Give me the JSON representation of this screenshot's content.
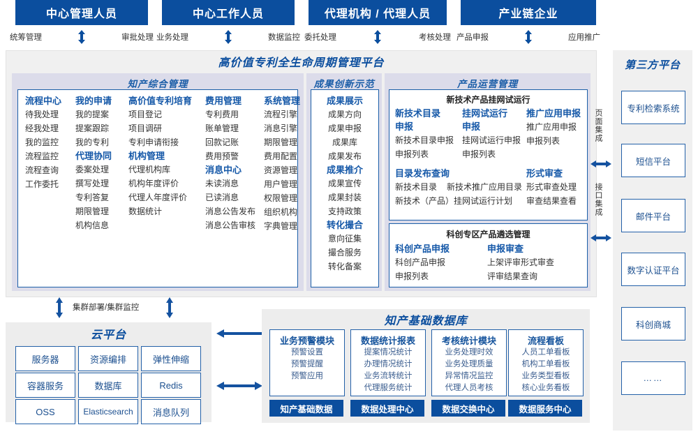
{
  "colors": {
    "header_blue": "#0b4e9e",
    "accent_blue": "#1558a8",
    "panel_gray": "#f0f0f0",
    "group_lavender": "#dcdcea"
  },
  "actors": [
    {
      "title": "中心管理人员",
      "left": "统筹管理",
      "right": "审批处理"
    },
    {
      "title": "中心工作人员",
      "left": "业务处理",
      "right": "数据监控"
    },
    {
      "title": "代理机构 / 代理人员",
      "left": "委托处理",
      "right": "考核处理"
    },
    {
      "title": "产业链企业",
      "left": "产品申报",
      "right": "应用推广"
    }
  ],
  "platform": {
    "title": "高价值专利全生命周期管理平台",
    "groups": [
      {
        "name": "知产综合管理"
      },
      {
        "name": "成果创新示范"
      },
      {
        "name": "产品运营管理"
      }
    ],
    "ip_columns": [
      {
        "heads": [
          {
            "label": "流程中心",
            "items": [
              "待我处理",
              "经我处理",
              "我的监控",
              "流程监控",
              "流程查询",
              "工作委托"
            ]
          }
        ]
      },
      {
        "heads": [
          {
            "label": "我的申请",
            "items": [
              "我的提案",
              "提案跟踪",
              "我的专利"
            ]
          },
          {
            "label": "代理协同",
            "items": [
              "委案处理",
              "撰写处理",
              "专利答复",
              "期限管理",
              "机构信息"
            ]
          }
        ]
      },
      {
        "heads": [
          {
            "label": "高价值专利培育",
            "items": [
              "项目登记",
              "项目调研",
              "专利申请衔接"
            ]
          },
          {
            "label": "机构管理",
            "items": [
              "代理机构库",
              "机构年度评价",
              "代理人年度评价",
              "数据统计"
            ]
          }
        ]
      },
      {
        "heads": [
          {
            "label": "费用管理",
            "items": [
              "专利费用",
              "账单管理",
              "回款记账",
              "费用预警"
            ]
          },
          {
            "label": "消息中心",
            "items": [
              "未读消息",
              "已读消息",
              "消息公告发布",
              "消息公告审核"
            ]
          }
        ]
      },
      {
        "heads": [
          {
            "label": "系统管理",
            "items": [
              "流程引擎",
              "消息引擎",
              "期限管理",
              "费用配置",
              "资源管理",
              "用户管理",
              "权限管理",
              "组织机构",
              "字典管理"
            ]
          }
        ]
      }
    ],
    "achievement": [
      {
        "label": "成果展示",
        "items": [
          "成果方向",
          "成果申报",
          "成果库",
          "成果发布"
        ]
      },
      {
        "label": "成果推介",
        "items": [
          "成果宣传",
          "成果封装",
          "支持政策"
        ]
      },
      {
        "label": "转化撮合",
        "items": [
          "意向征集",
          "撮合服务",
          "转化备案"
        ]
      }
    ],
    "product_boxes": [
      {
        "title": "新技术产品挂网试运行",
        "row1": [
          {
            "head": "新技术目录申报",
            "items": [
              "新技术目录申报",
              "申报列表"
            ]
          },
          {
            "head": "挂网试运行申报",
            "items": [
              "挂网试运行申报",
              "申报列表"
            ]
          },
          {
            "head": "推广应用申报",
            "items": [
              "推广应用申报",
              "申报列表"
            ]
          }
        ],
        "row2_left_head": "目录发布查询",
        "row2_left_items": [
          "新技术目录",
          "新技术推广应用目录",
          "新技术（产品）挂网试运行计划"
        ],
        "row2_right_head": "形式审查",
        "row2_right_items": [
          "形式审查处理",
          "审查结果查看"
        ]
      },
      {
        "title": "科创专区产品遴选管理",
        "cols": [
          {
            "head": "科创产品申报",
            "items": [
              "科创产品申报",
              "申报列表"
            ]
          },
          {
            "head": "申报审查",
            "items": [
              "上架评审形式审查",
              "评审结果查询"
            ]
          }
        ]
      }
    ]
  },
  "integration": {
    "page": "页面集成",
    "api": "接口集成"
  },
  "third_party": {
    "title": "第三方平台",
    "items": [
      "专利检索系统",
      "短信平台",
      "邮件平台",
      "数字认证平台",
      "科创商城",
      "……"
    ]
  },
  "cloud": {
    "cluster_label": "集群部署/集群监控",
    "title": "云平台",
    "cells": [
      "服务器",
      "资源编排",
      "弹性伸缩",
      "容器服务",
      "数据库",
      "Redis",
      "OSS",
      "Elasticsearch",
      "消息队列"
    ]
  },
  "database": {
    "title": "知产基础数据库",
    "columns": [
      {
        "head": "业务预警模块",
        "items": [
          "预警设置",
          "预警提醒",
          "预警应用"
        ],
        "bar": "知产基础数据"
      },
      {
        "head": "数据统计报表",
        "items": [
          "提案情况统计",
          "办理情况统计",
          "业务流转统计",
          "代理服务统计"
        ],
        "bar": "数据处理中心"
      },
      {
        "head": "考核统计模块",
        "items": [
          "业务处理时效",
          "业务处理质量",
          "异常情况监控",
          "代理人员考核"
        ],
        "bar": "数据交换中心"
      },
      {
        "head": "流程看板",
        "items": [
          "人员工单看板",
          "机构工单看板",
          "业务类型看板",
          "核心业务看板"
        ],
        "bar": "数据服务中心"
      }
    ]
  }
}
